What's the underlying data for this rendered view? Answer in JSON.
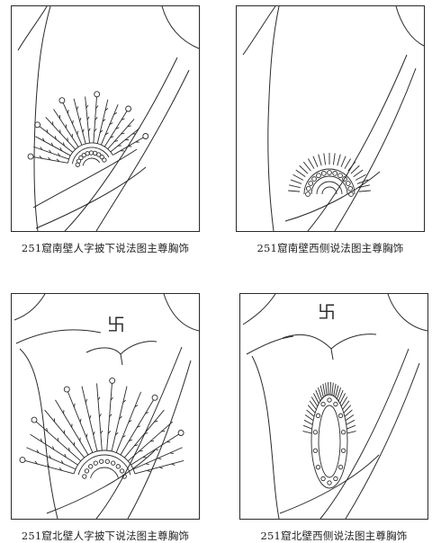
{
  "panels": [
    {
      "id": "p1",
      "caption": "251窟南壁人字披下说法图主尊胸饰",
      "ornament": "fan-flame",
      "swastika": false
    },
    {
      "id": "p2",
      "caption": "251窟南壁西侧说法图主尊胸饰",
      "ornament": "sun-semicircle",
      "swastika": false
    },
    {
      "id": "p3",
      "caption": "251窟北壁人字披下说法图主尊胸饰",
      "ornament": "fan-flame-tall",
      "swastika": true,
      "swastika_glyph": "卐"
    },
    {
      "id": "p4",
      "caption": "251窟北壁西侧说法图主尊胸饰",
      "ornament": "peacock-oval",
      "swastika": true,
      "swastika_glyph": "卐"
    }
  ],
  "colors": {
    "line": "#2a2a2a",
    "background": "#ffffff"
  }
}
